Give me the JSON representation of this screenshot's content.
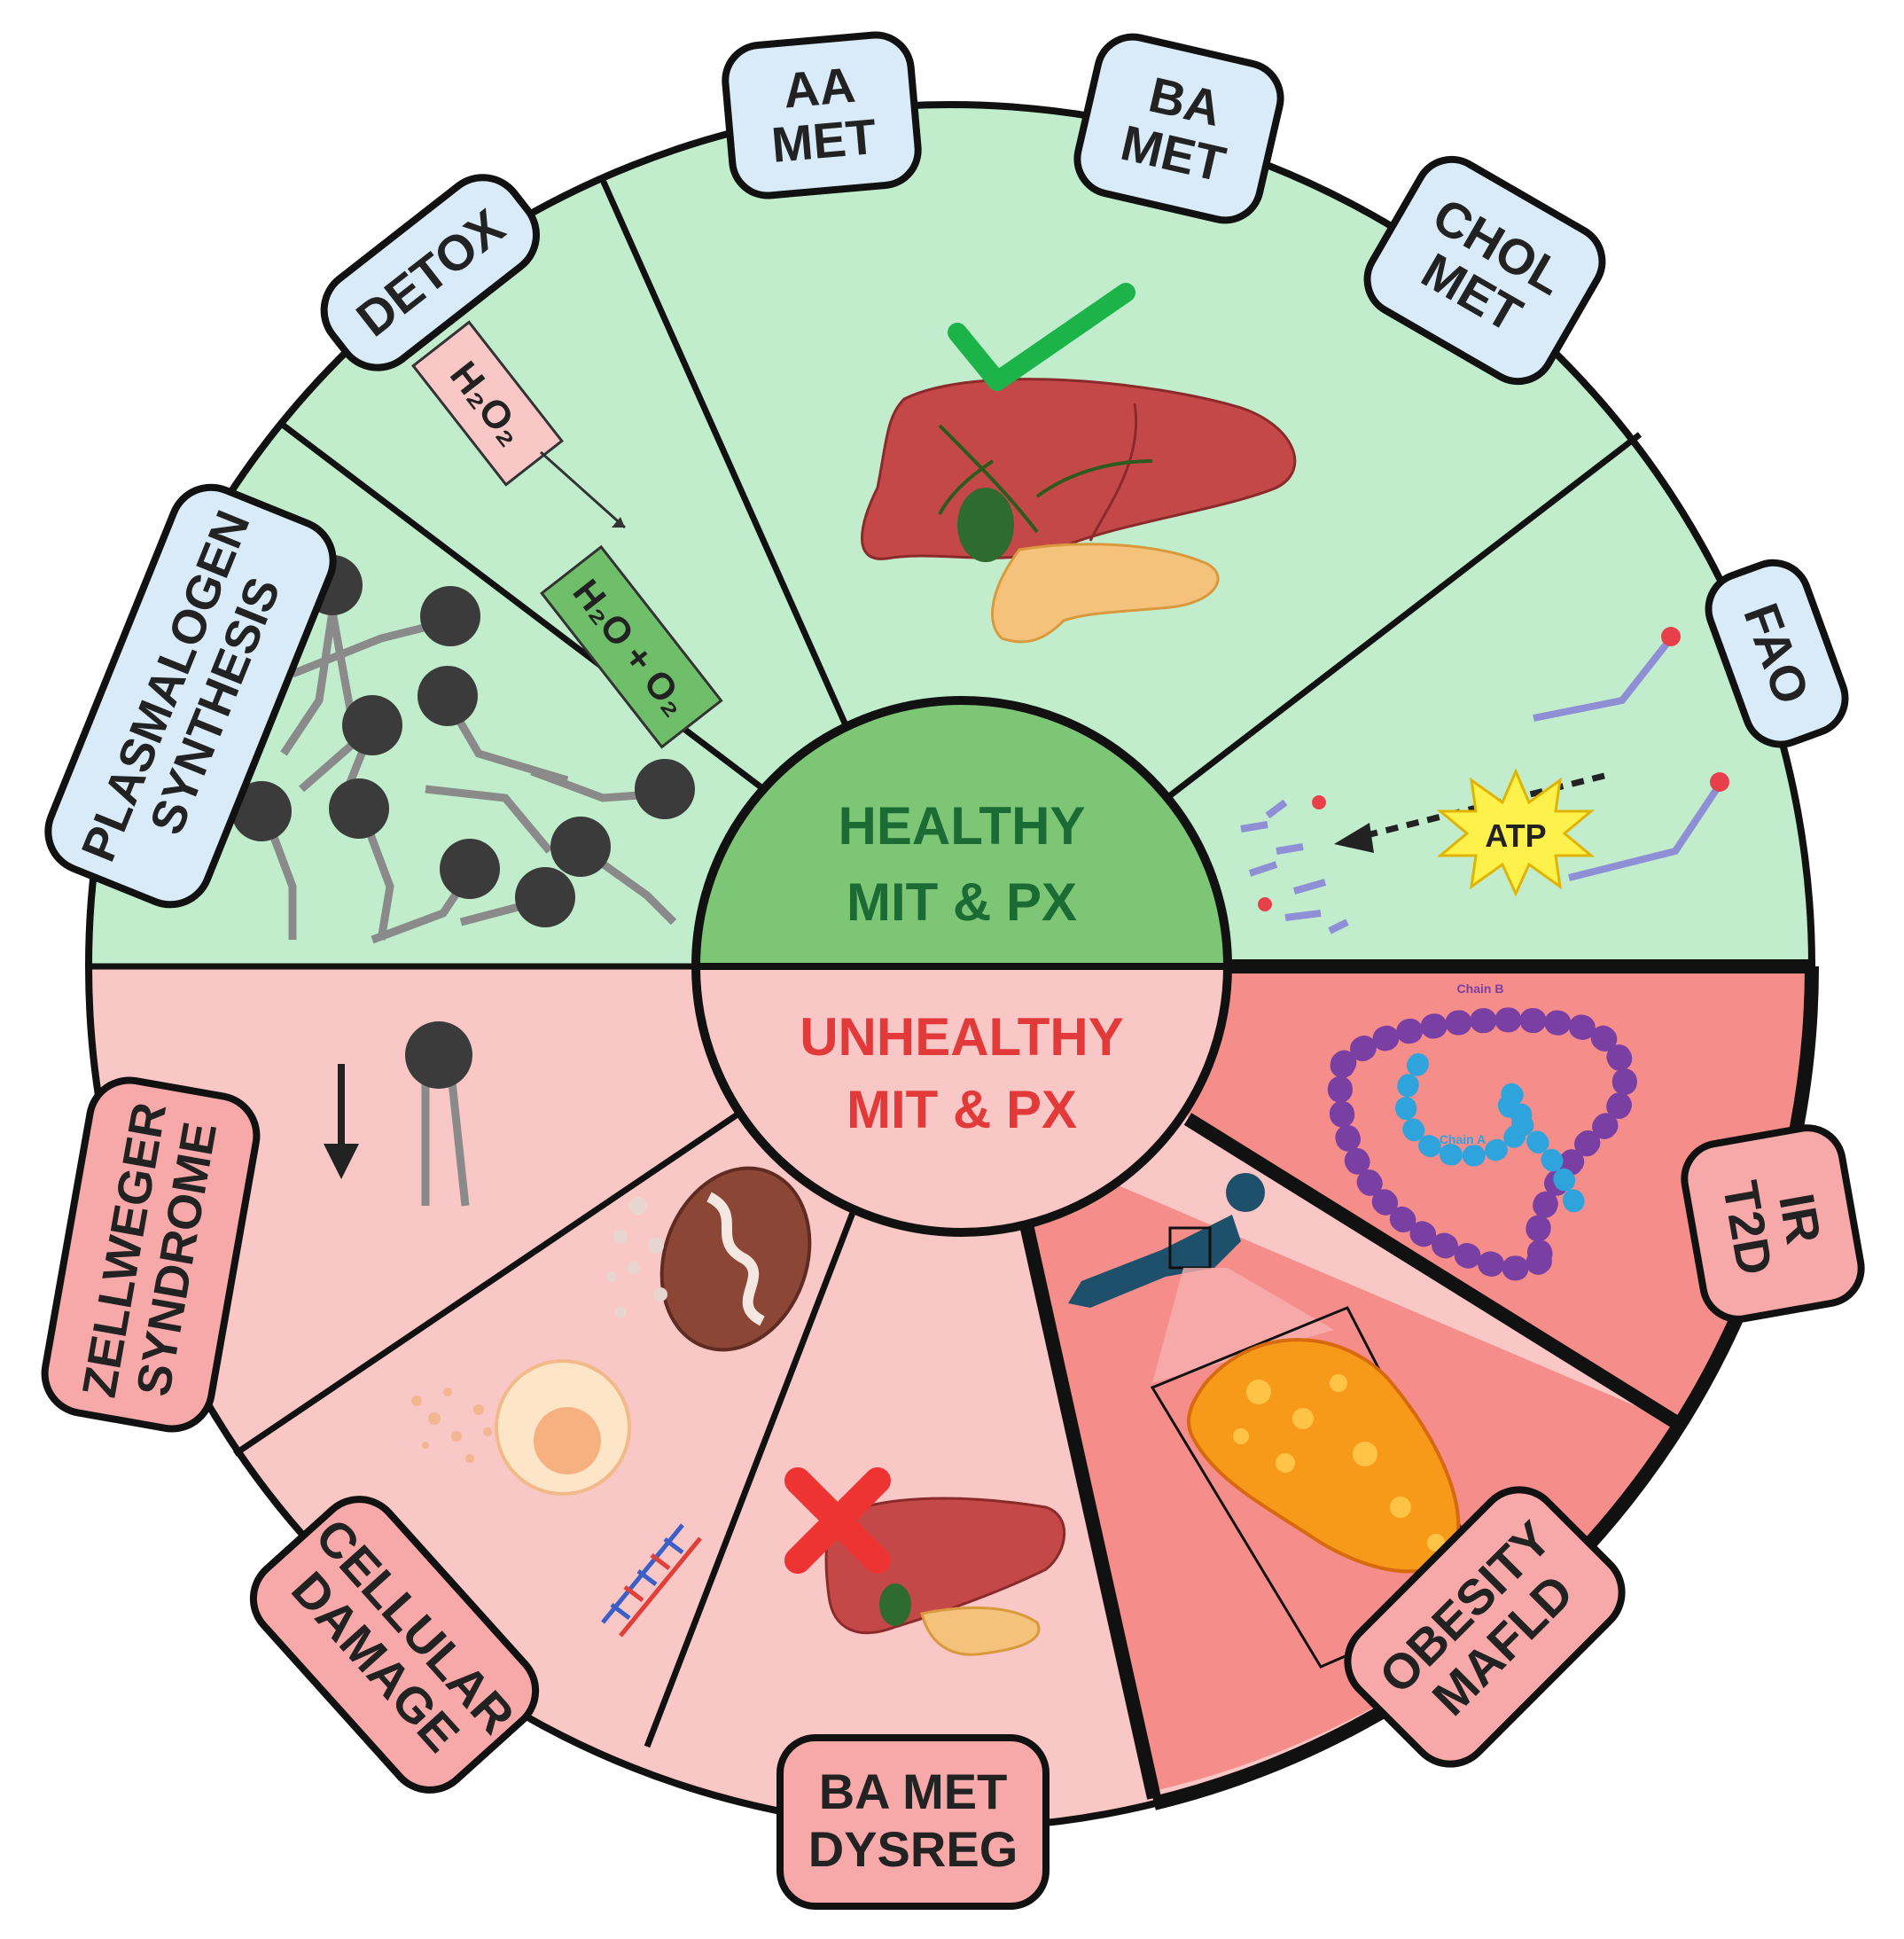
{
  "center": {
    "healthy_line1": "HEALTHY",
    "healthy_line2": "MIT & PX",
    "unhealthy_line1": "UNHEALTHY",
    "unhealthy_line2": "MIT & PX"
  },
  "healthy_labels": {
    "aa_met": [
      "AA",
      "MET"
    ],
    "ba_met": [
      "BA",
      "MET"
    ],
    "chol_met": [
      "CHOL",
      "MET"
    ],
    "fao": [
      "FAO"
    ],
    "detox": [
      "DETOX"
    ],
    "plasmalogen": [
      "PLASMALOGEN",
      "SYNTHESIS"
    ]
  },
  "unhealthy_labels": {
    "zellweger": [
      "ZELLWEGER",
      "SYNDROME"
    ],
    "cellular_damage": [
      "CELLULAR",
      "DAMAGE"
    ],
    "ba_met_dysreg": [
      "BA MET",
      "DYSREG"
    ],
    "obesity_mafld": [
      "OBESITY",
      "MAFLD"
    ],
    "ir_t2d": [
      "IR",
      "T2D"
    ]
  },
  "detox": {
    "reactant": "H₂O₂",
    "products": "H₂O + O₂"
  },
  "fao": {
    "atp": "ATP"
  },
  "insulin": {
    "chain_b": "Chain B",
    "chain_a": "Chain A"
  },
  "colors": {
    "healthy_fill": "#c2edcd",
    "healthy_center": "#7dc676",
    "healthy_text": "#1b6b35",
    "unhealthy_fill": "#f9c7c5",
    "unhealthy_dark": "#f58d8a",
    "unhealthy_text": "#e23a3a",
    "label_blue": "#d9eaf9",
    "label_pink": "#f7a9a9"
  },
  "icons": [
    "liver-check-icon",
    "liver-cross-icon",
    "phospholipid-icon",
    "mitochondrion-icon",
    "cell-damage-icon",
    "dna-damage-icon",
    "insulin-chain-icon",
    "ultrasound-icon",
    "fatty-liver-icon",
    "atp-burst-icon",
    "fatty-acid-icon",
    "down-arrow-icon"
  ]
}
